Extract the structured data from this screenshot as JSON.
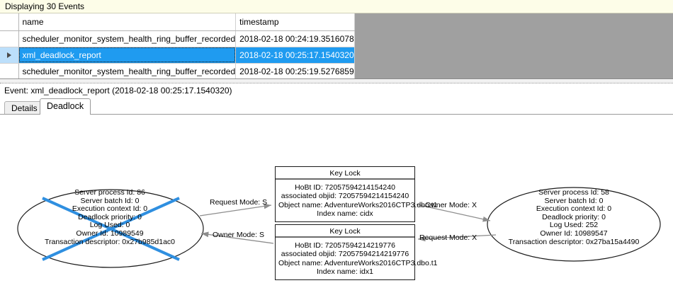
{
  "banner": {
    "text": "Displaying 30 Events"
  },
  "grid": {
    "columns": [
      "",
      "name",
      "timestamp"
    ],
    "rows": [
      {
        "selector": "",
        "name": "scheduler_monitor_system_health_ring_buffer_recorded",
        "timestamp": "2018-02-18 00:24:19.3516078",
        "selected": false
      },
      {
        "selector": "row-pointer-icon",
        "name": "xml_deadlock_report",
        "timestamp": "2018-02-18 00:25:17.1540320",
        "selected": true
      },
      {
        "selector": "",
        "name": "scheduler_monitor_system_health_ring_buffer_recorded",
        "timestamp": "2018-02-18 00:25:19.5276859",
        "selected": false
      }
    ],
    "selection_color": "#1f9bf0"
  },
  "event_caption": {
    "text": "Event: xml_deadlock_report (2018-02-18 00:25:17.1540320)"
  },
  "tabs": [
    {
      "label": "Details",
      "active": false
    },
    {
      "label": "Deadlock",
      "active": true
    }
  ],
  "deadlock_graph": {
    "victim_marker_color": "#2f8fe0",
    "processes": [
      {
        "id": "process-left",
        "victim": true,
        "lines": [
          "Server process Id: 86",
          "Server batch Id: 0",
          "Execution context Id: 0",
          "Deadlock priority: 0",
          "Log Used: 0",
          "Owner Id: 10989549",
          "Transaction descriptor: 0x27b985d1ac0"
        ]
      },
      {
        "id": "process-right",
        "victim": false,
        "lines": [
          "Server process Id: 58",
          "Server batch Id: 0",
          "Execution context Id: 0",
          "Deadlock priority: 0",
          "Log Used: 252",
          "Owner Id: 10989547",
          "Transaction descriptor: 0x27ba15a4490"
        ]
      }
    ],
    "resources": [
      {
        "id": "key-lock-top",
        "title": "Key Lock",
        "lines": [
          "HoBt ID: 72057594214154240",
          "associated objid: 72057594214154240",
          "Object name: AdventureWorks2016CTP3.dbo.t1",
          "Index name: cidx"
        ]
      },
      {
        "id": "key-lock-bottom",
        "title": "Key Lock",
        "lines": [
          "HoBt ID: 72057594214219776",
          "associated objid: 72057594214219776",
          "Object name: AdventureWorks2016CTP3.dbo.t1",
          "Index name: idx1"
        ]
      }
    ],
    "edges": [
      {
        "id": "edge-request-s",
        "label": "Request Mode: S",
        "from": "process-left",
        "to": "key-lock-top"
      },
      {
        "id": "edge-owner-x",
        "label": "Owner Mode: X",
        "from": "key-lock-top",
        "to": "process-right"
      },
      {
        "id": "edge-owner-s",
        "label": "Owner Mode: S",
        "from": "key-lock-bottom",
        "to": "process-left"
      },
      {
        "id": "edge-request-x",
        "label": "Request Mode: X",
        "from": "process-right",
        "to": "key-lock-bottom"
      }
    ]
  }
}
